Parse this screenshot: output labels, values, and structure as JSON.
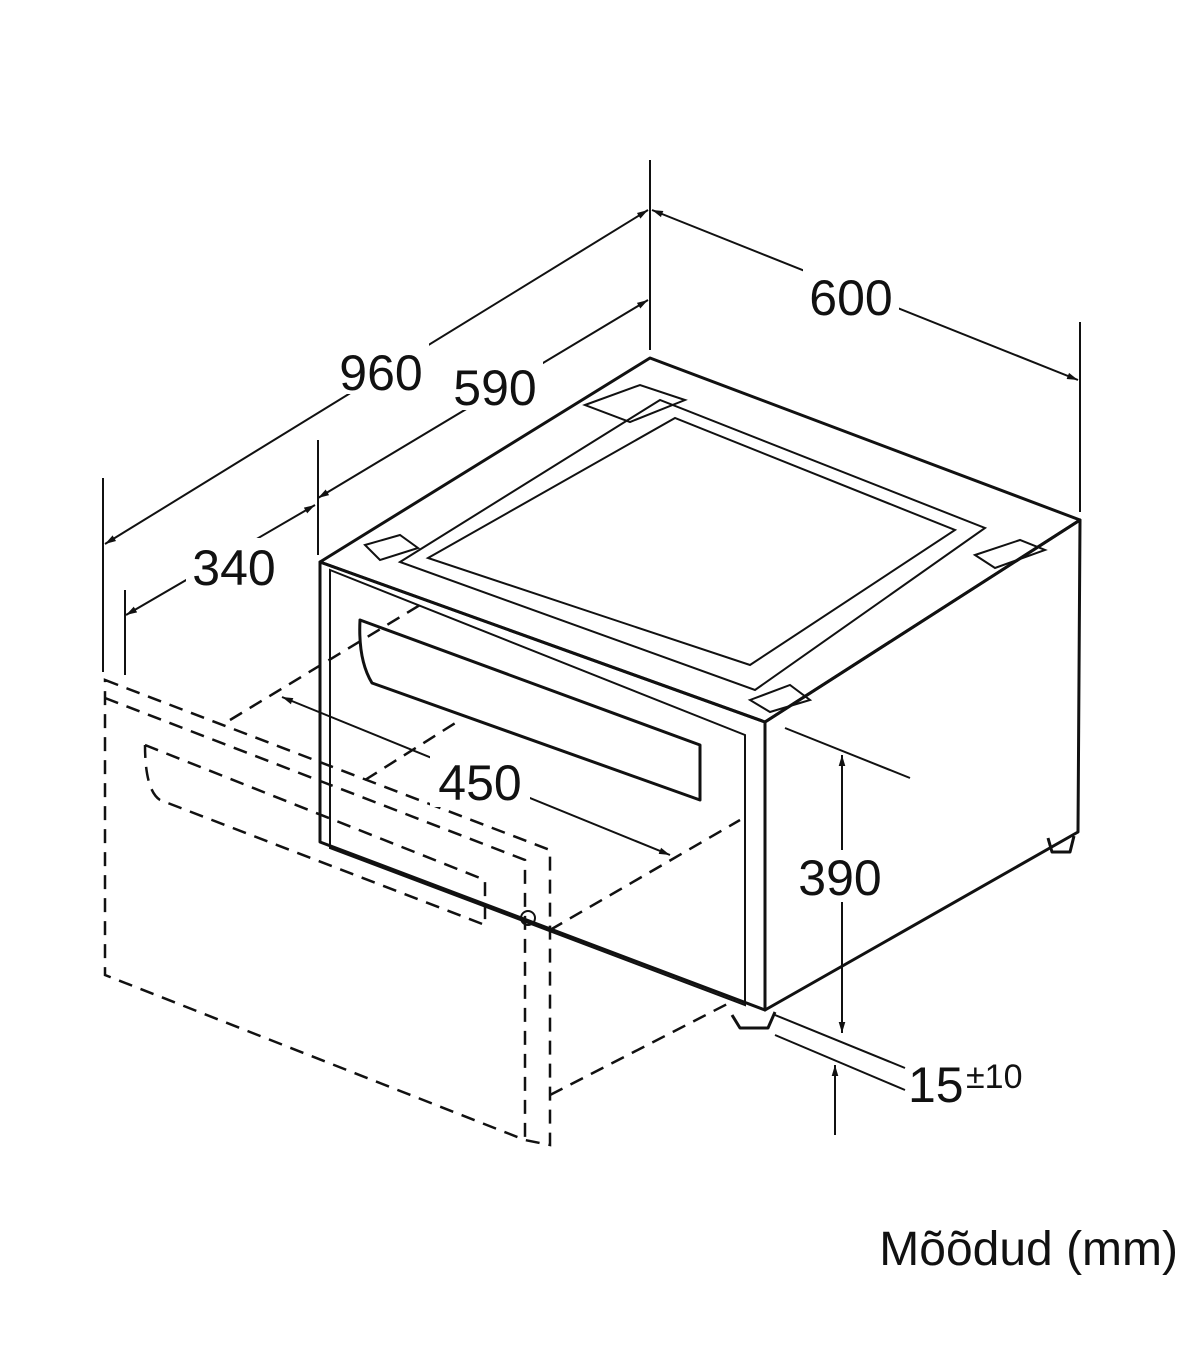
{
  "dimensions": {
    "overall_depth": "960",
    "body_depth": "590",
    "drawer_extension": "340",
    "width": "600",
    "drawer_travel": "450",
    "height": "390",
    "foot_height": "15",
    "foot_tolerance": "±10"
  },
  "caption": "Mõõdud (mm)"
}
